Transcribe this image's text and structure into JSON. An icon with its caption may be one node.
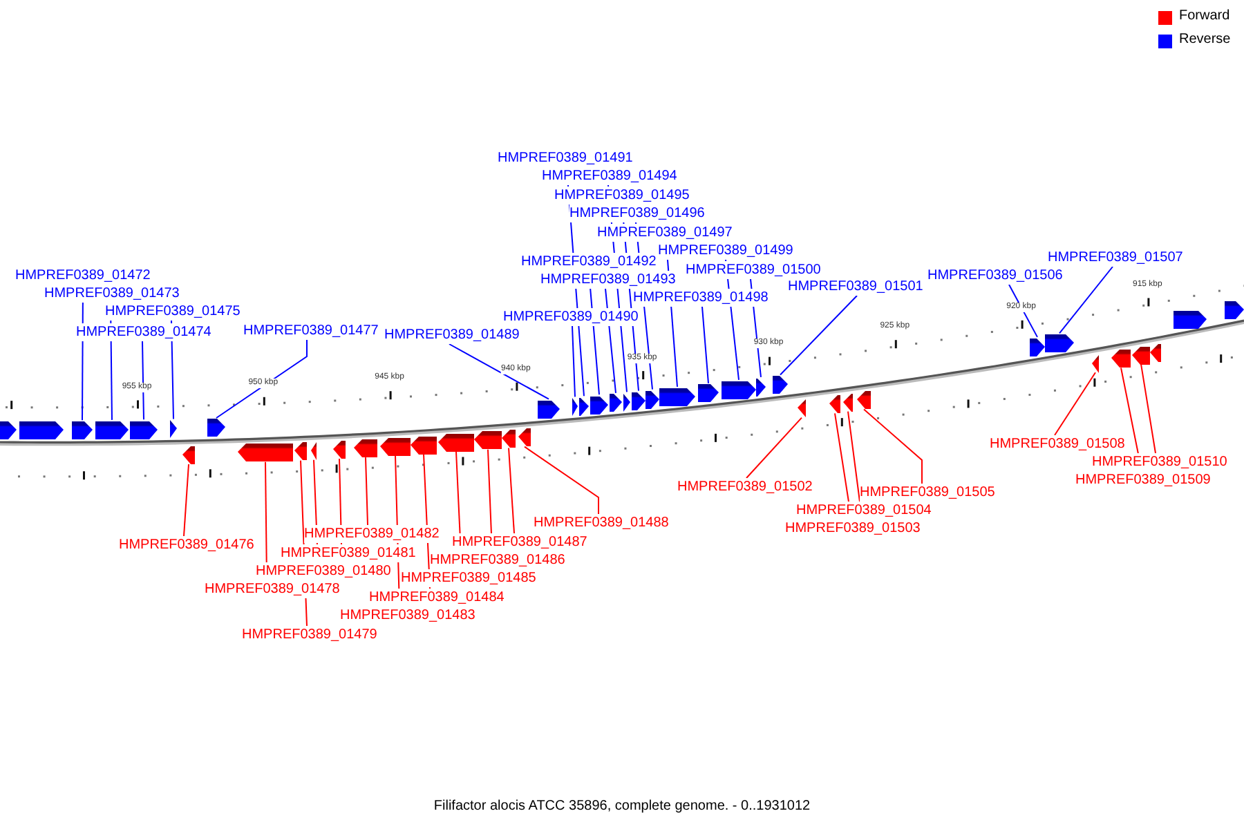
{
  "diagram": {
    "caption": "Filifactor alocis ATCC 35896, complete genome. - 0..1931012",
    "nodes": [
      {
        "text": [
          "HMPREF0389_01472"
        ]
      },
      {
        "text": [
          "HMPREF0389_01473"
        ]
      },
      {
        "text": [
          "HMPREF0389_01474"
        ]
      },
      {
        "text": [
          "HMPREF0389_01475"
        ]
      },
      {
        "text": [
          "HMPREF0389_01476"
        ]
      },
      {
        "text": [
          "HMPREF0389_01477"
        ]
      },
      {
        "text": [
          "HMPREF0389_01478"
        ]
      },
      {
        "text": [
          "HMPREF0389_01479"
        ]
      },
      {
        "text": [
          "HMPREF0389_01480"
        ]
      },
      {
        "text": [
          "HMPREF0389_01481"
        ]
      },
      {
        "text": [
          "HMPREF0389_01482"
        ]
      },
      {
        "text": [
          "HMPREF0389_01483"
        ]
      },
      {
        "text": [
          "HMPREF0389_01484"
        ]
      },
      {
        "text": [
          "HMPREF0389_01485"
        ]
      },
      {
        "text": [
          "HMPREF0389_01486"
        ]
      },
      {
        "text": [
          "HMPREF0389_01487"
        ]
      },
      {
        "text": [
          "HMPREF0389_01488"
        ]
      },
      {
        "text": [
          "HMPREF0389_01489"
        ]
      },
      {
        "text": [
          "HMPREF0389_01490"
        ]
      },
      {
        "text": [
          "HMPREF0389_01491"
        ]
      },
      {
        "text": [
          "HMPREF0389_01492"
        ]
      },
      {
        "text": [
          "HMPREF0389_01493"
        ]
      },
      {
        "text": [
          "HMPREF0389_01494"
        ]
      },
      {
        "text": [
          "HMPREF0389_01495"
        ]
      },
      {
        "text": [
          "HMPREF0389_01496"
        ]
      },
      {
        "text": [
          "HMPREF0389_01497"
        ]
      },
      {
        "text": [
          "HMPREF0389_01498"
        ]
      },
      {
        "text": [
          "HMPREF0389_01499"
        ]
      },
      {
        "text": [
          "HMPREF0389_01500"
        ]
      },
      {
        "text": [
          "HMPREF0389_01501"
        ]
      },
      {
        "text": [
          "HMPREF0389_01502"
        ]
      },
      {
        "text": [
          "HMPREF0389_01503"
        ]
      },
      {
        "text": [
          "HMPREF0389_01504"
        ]
      },
      {
        "text": [
          "HMPREF0389_01505"
        ]
      },
      {
        "text": [
          "HMPREF0389_01506"
        ]
      },
      {
        "text": [
          "HMPREF0389_01507"
        ]
      },
      {
        "text": [
          "HMPREF0389_01508"
        ]
      },
      {
        "text": [
          "HMPREF0389_01509"
        ]
      },
      {
        "text": [
          "HMPREF0389_01510"
        ]
      },
      {
        "text": [],
        "shape": "arrow"
      },
      {
        "text": [],
        "shape": "arrow"
      },
      {
        "text": [],
        "shape": "arrow"
      },
      {
        "text": [],
        "shape": "arrow"
      },
      {
        "text": [],
        "shape": "arrow"
      },
      {
        "text": [],
        "shape": "arrow"
      },
      {
        "text": [],
        "shape": "arrow"
      },
      {
        "text": [],
        "shape": "arrow"
      },
      {
        "text": [],
        "shape": "arrow"
      },
      {
        "text": [],
        "shape": "arrow"
      },
      {
        "text": [],
        "shape": "arrow"
      },
      {
        "text": [],
        "shape": "arrow"
      },
      {
        "text": [],
        "shape": "arrow"
      },
      {
        "text": [],
        "shape": "arrow"
      },
      {
        "text": [],
        "shape": "arrow"
      },
      {
        "text": [],
        "shape": "arrow"
      },
      {
        "text": [],
        "shape": "arrow"
      },
      {
        "text": [],
        "shape": "arrow"
      },
      {
        "text": [],
        "shape": "arrow"
      },
      {
        "text": [],
        "shape": "arrow"
      },
      {
        "text": [],
        "shape": "arrow"
      },
      {
        "text": [],
        "shape": "arrow"
      },
      {
        "text": [],
        "shape": "arrow"
      },
      {
        "text": [],
        "shape": "arrow"
      },
      {
        "text": [],
        "shape": "arrow"
      },
      {
        "text": [],
        "shape": "arrow"
      },
      {
        "text": [],
        "shape": "arrow"
      },
      {
        "text": [],
        "shape": "arrow"
      },
      {
        "text": [],
        "shape": "arrow"
      },
      {
        "text": [],
        "shape": "arrow"
      },
      {
        "text": [],
        "shape": "arrow"
      },
      {
        "text": [],
        "shape": "arrow"
      },
      {
        "text": [],
        "shape": "arrow"
      },
      {
        "text": [],
        "shape": "arrow"
      },
      {
        "text": [],
        "shape": "arrow"
      },
      {
        "text": [],
        "shape": "arrow"
      },
      {
        "text": [],
        "shape": "arrow"
      },
      {
        "text": [],
        "shape": "arrow"
      },
      {
        "text": [],
        "shape": "arrow"
      },
      {
        "text": [],
        "shape": "arrow"
      },
      {
        "text": [],
        "shape": "arrow"
      },
      {
        "text": [],
        "shape": "arrow"
      },
      {
        "text": [],
        "shape": "arrow"
      },
      {
        "text": [],
        "shape": "arrow"
      }
    ],
    "edges": [
      {
        "from": 0,
        "to": 41,
        "arrow": "none",
        "color": "#0000ff"
      },
      {
        "from": 1,
        "to": 42,
        "arrow": "none",
        "color": "#0000ff"
      },
      {
        "from": 2,
        "to": 43,
        "arrow": "none",
        "color": "#0000ff"
      },
      {
        "from": 3,
        "to": 44,
        "arrow": "none",
        "color": "#0000ff"
      },
      {
        "from": 4,
        "to": 45,
        "arrow": "none",
        "color": "#ff0000"
      },
      {
        "from": 5,
        "to": 46,
        "arrow": "none",
        "color": "#0000ff"
      },
      {
        "from": 6,
        "to": 47,
        "arrow": "none",
        "color": "#ff0000"
      },
      {
        "from": 7,
        "to": 48,
        "arrow": "none",
        "color": "#ff0000"
      },
      {
        "from": 8,
        "to": 49,
        "arrow": "none",
        "color": "#ff0000"
      },
      {
        "from": 9,
        "to": 50,
        "arrow": "none",
        "color": "#ff0000"
      },
      {
        "from": 10,
        "to": 51,
        "arrow": "none",
        "color": "#ff0000"
      },
      {
        "from": 11,
        "to": 52,
        "arrow": "none",
        "color": "#ff0000"
      },
      {
        "from": 12,
        "to": 53,
        "arrow": "none",
        "color": "#ff0000"
      },
      {
        "from": 13,
        "to": 54,
        "arrow": "none",
        "color": "#ff0000"
      },
      {
        "from": 14,
        "to": 55,
        "arrow": "none",
        "color": "#ff0000"
      },
      {
        "from": 15,
        "to": 56,
        "arrow": "none",
        "color": "#ff0000"
      },
      {
        "from": 16,
        "to": 57,
        "arrow": "none",
        "color": "#ff0000"
      },
      {
        "from": 17,
        "to": 58,
        "arrow": "none",
        "color": "#0000ff"
      },
      {
        "from": 18,
        "to": 59,
        "arrow": "none",
        "color": "#0000ff"
      },
      {
        "from": 19,
        "to": 60,
        "arrow": "none",
        "color": "#0000ff"
      },
      {
        "from": 20,
        "to": 61,
        "arrow": "none",
        "color": "#0000ff"
      },
      {
        "from": 21,
        "to": 62,
        "arrow": "none",
        "color": "#0000ff"
      },
      {
        "from": 22,
        "to": 63,
        "arrow": "none",
        "color": "#0000ff"
      },
      {
        "from": 23,
        "to": 64,
        "arrow": "none",
        "color": "#0000ff"
      },
      {
        "from": 24,
        "to": 65,
        "arrow": "none",
        "color": "#0000ff"
      },
      {
        "from": 25,
        "to": 66,
        "arrow": "none",
        "color": "#0000ff"
      },
      {
        "from": 26,
        "to": 67,
        "arrow": "none",
        "color": "#0000ff"
      },
      {
        "from": 27,
        "to": 68,
        "arrow": "none",
        "color": "#0000ff"
      },
      {
        "from": 28,
        "to": 69,
        "arrow": "none",
        "color": "#0000ff"
      },
      {
        "from": 29,
        "to": 70,
        "arrow": "none",
        "color": "#0000ff"
      },
      {
        "from": 30,
        "to": 71,
        "arrow": "none",
        "color": "#ff0000"
      },
      {
        "from": 31,
        "to": 72,
        "arrow": "none",
        "color": "#ff0000"
      },
      {
        "from": 32,
        "to": 73,
        "arrow": "none",
        "color": "#ff0000"
      },
      {
        "from": 33,
        "to": 74,
        "arrow": "none",
        "color": "#ff0000"
      },
      {
        "from": 34,
        "to": 75,
        "arrow": "none",
        "color": "#0000ff"
      },
      {
        "from": 35,
        "to": 76,
        "arrow": "none",
        "color": "#0000ff"
      },
      {
        "from": 36,
        "to": 77,
        "arrow": "none",
        "color": "#ff0000"
      },
      {
        "from": 37,
        "to": 78,
        "arrow": "none",
        "color": "#ff0000"
      },
      {
        "from": 38,
        "to": 79,
        "arrow": "none",
        "color": "#ff0000"
      }
    ],
    "labels": [
      "955 kbp",
      "950 kbp",
      "945 kbp",
      "940 kbp",
      "935 kbp",
      "930 kbp",
      "925 kbp",
      "920 kbp",
      "915 kbp"
    ],
    "legend": [
      {
        "text": "Forward",
        "color": "#ff0000"
      },
      {
        "text": "Reverse",
        "color": "#0000ff"
      }
    ]
  }
}
